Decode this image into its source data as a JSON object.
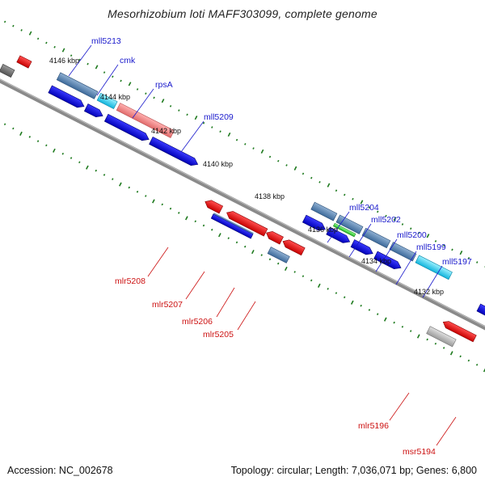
{
  "title": "Mesorhizobium loti MAFF303099, complete genome",
  "footer": {
    "accession": "Accession: NC_002678",
    "summary": "Topology: circular; Length: 7,036,071 bp; Genes: 6,800"
  },
  "colors": {
    "backbone": "#888888",
    "tick": "#1e7a1e",
    "label_forward": "#1a1acc",
    "label_reverse": "#cc1111"
  },
  "kbp_labels": [
    "4146 kbp",
    "4144 kbp",
    "4142 kbp",
    "4140 kbp",
    "4138 kbp",
    "4136 kbp",
    "4134 kbp",
    "4132 kbp"
  ],
  "top_labels": [
    "mll5213",
    "cmk",
    "rpsA",
    "mll5209",
    "mll5204",
    "mll5202",
    "mll5200",
    "mll5199",
    "mll5197"
  ],
  "bottom_labels": [
    "mlr5208",
    "mlr5207",
    "mlr5206",
    "mlr5205",
    "mlr5196",
    "msr5194"
  ]
}
